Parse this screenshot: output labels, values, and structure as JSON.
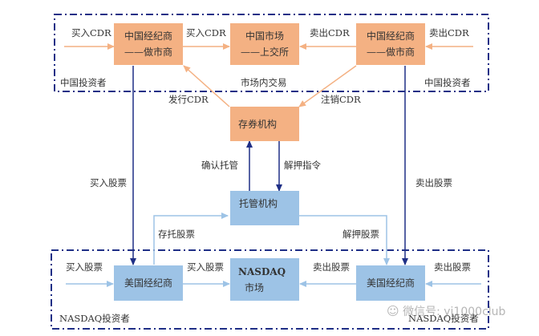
{
  "china_region": {
    "label_left": "中国投资者",
    "label_right": "中国投资者",
    "label_market": "市场内交易"
  },
  "us_region": {
    "label_left": "NASDAQ投资者",
    "label_right": "NASDAQ投资者"
  },
  "nodes": {
    "cn_broker_left": {
      "line1": "中国经纪商",
      "line2": "——做市商"
    },
    "cn_market": {
      "line1": "中国市场",
      "line2": "——上交所"
    },
    "cn_broker_right": {
      "line1": "中国经纪商",
      "line2": "——做市商"
    },
    "depositary": {
      "line1": "存券机构"
    },
    "custodian": {
      "line1": "托管机构"
    },
    "us_broker_left": {
      "line1": "美国经纪商"
    },
    "nasdaq_market": {
      "line1": "NASDAQ",
      "line2": "市场"
    },
    "us_broker_right": {
      "line1": "美国经纪商"
    }
  },
  "edges": {
    "buy_cdr_in": "买入CDR",
    "buy_cdr_market": "买入CDR",
    "sell_cdr_market": "卖出CDR",
    "sell_cdr_in": "卖出CDR",
    "issue_cdr": "发行CDR",
    "cancel_cdr": "注销CDR",
    "confirm_custody": "确认托管",
    "release_instruction": "解押指令",
    "buy_stock_down": "买入股票",
    "sell_stock_down": "卖出股票",
    "deposit_stock": "存托股票",
    "release_stock": "解押股票",
    "buy_stock_in": "买入股票",
    "buy_stock_market": "买入股票",
    "sell_stock_market": "卖出股票",
    "sell_stock_in": "卖出股票"
  },
  "watermark": "微信号: yi1000club",
  "colors": {
    "orange_box": "#f4b183",
    "blue_box": "#9dc3e6",
    "orange_line": "#f4b183",
    "light_blue_line": "#9dc3e6",
    "dark_blue_line": "#1f2f86",
    "frame": "#1f2f86"
  }
}
